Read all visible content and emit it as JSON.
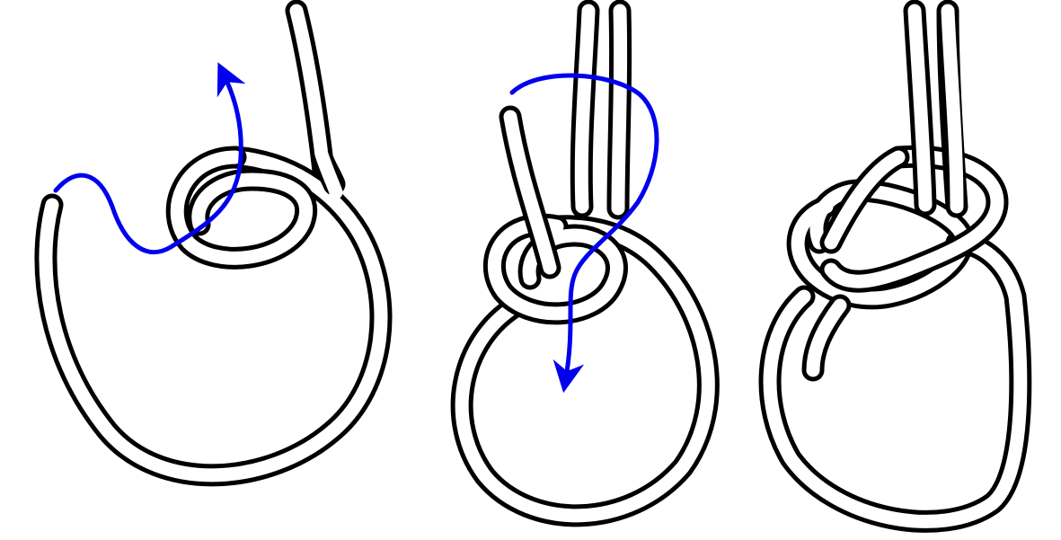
{
  "diagram": {
    "kind": "knot-tying-steps",
    "step_count": 3,
    "colors": {
      "rope_outline": "#000000",
      "rope_fill": "#ffffff",
      "direction_arrow": "#0000ee",
      "background": "#ffffff"
    },
    "steps": [
      {
        "id": "step-1",
        "arrow_icon": "arrow-up-icon"
      },
      {
        "id": "step-2",
        "arrow_icon": "arrow-down-icon"
      },
      {
        "id": "step-3",
        "arrow_icon": null
      }
    ]
  }
}
